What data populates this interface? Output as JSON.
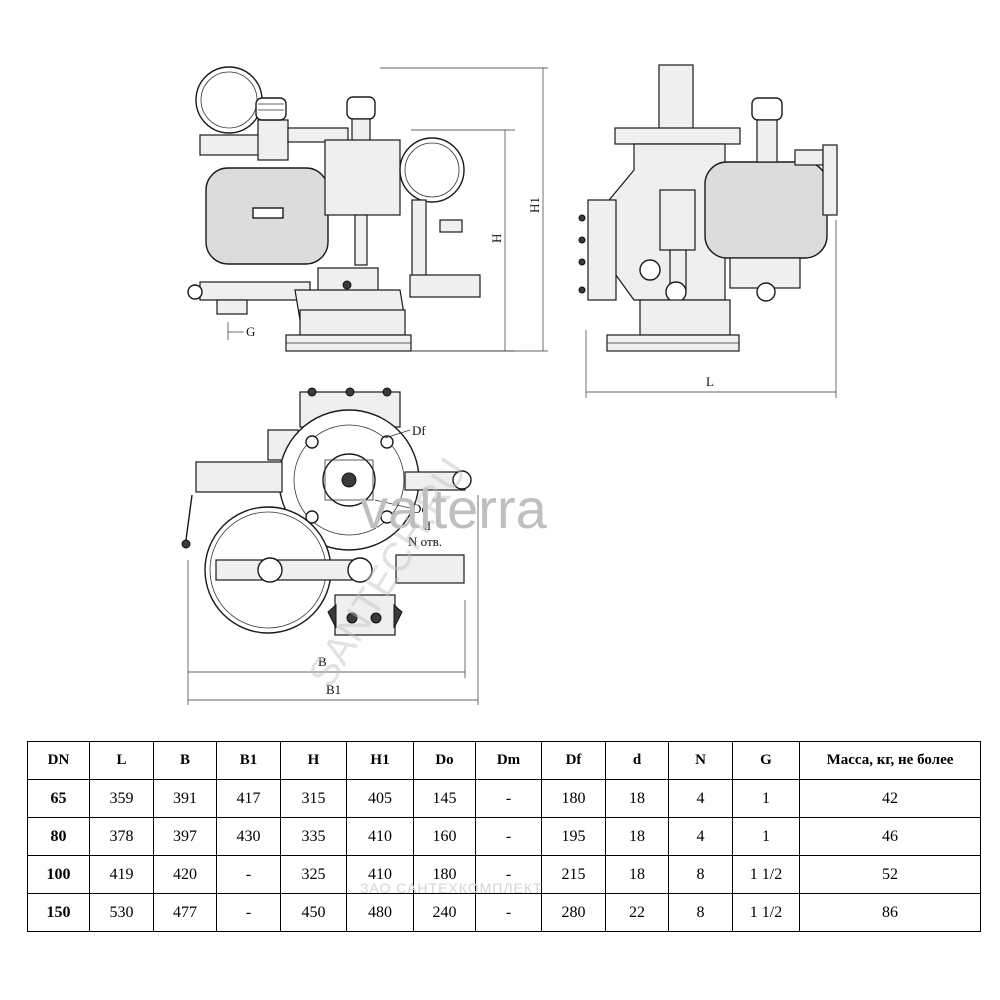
{
  "labels": {
    "G": "G",
    "H": "H",
    "H1": "H1",
    "L": "L",
    "Df": "Df",
    "Do": "Do",
    "d": "d",
    "N": "N отв.",
    "B": "B",
    "B1": "B1"
  },
  "watermarks": {
    "brand": "valterra",
    "diag": "SANTECH.RU",
    "table": "ЗАО САНТЕХКОМПЛЕКТ"
  },
  "table": {
    "headers": [
      "DN",
      "L",
      "B",
      "B1",
      "H",
      "H1",
      "Do",
      "Dm",
      "Df",
      "d",
      "N",
      "G",
      "Масса, кг, не более"
    ],
    "rows": [
      [
        "65",
        "359",
        "391",
        "417",
        "315",
        "405",
        "145",
        "-",
        "180",
        "18",
        "4",
        "1",
        "42"
      ],
      [
        "80",
        "378",
        "397",
        "430",
        "335",
        "410",
        "160",
        "-",
        "195",
        "18",
        "4",
        "1",
        "46"
      ],
      [
        "100",
        "419",
        "420",
        "-",
        "325",
        "410",
        "180",
        "-",
        "215",
        "18",
        "8",
        "1 1/2",
        "52"
      ],
      [
        "150",
        "530",
        "477",
        "-",
        "450",
        "480",
        "240",
        "-",
        "280",
        "22",
        "8",
        "1 1/2",
        "86"
      ]
    ]
  }
}
